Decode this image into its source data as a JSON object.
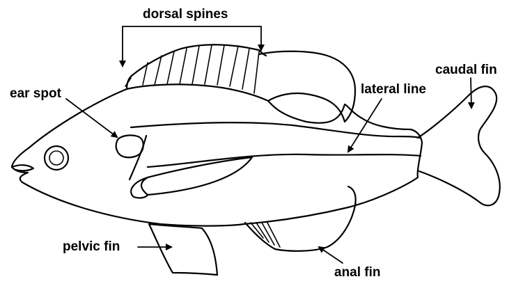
{
  "labels": {
    "dorsal_spines": "dorsal spines",
    "caudal_fin": "caudal fin",
    "ear_spot": "ear spot",
    "lateral_line": "lateral line",
    "pelvic_fin": "pelvic fin",
    "anal_fin": "anal fin"
  },
  "colors": {
    "ink": "#000000",
    "ear_spot_fill": "#c8c8c8",
    "background": "#ffffff"
  }
}
